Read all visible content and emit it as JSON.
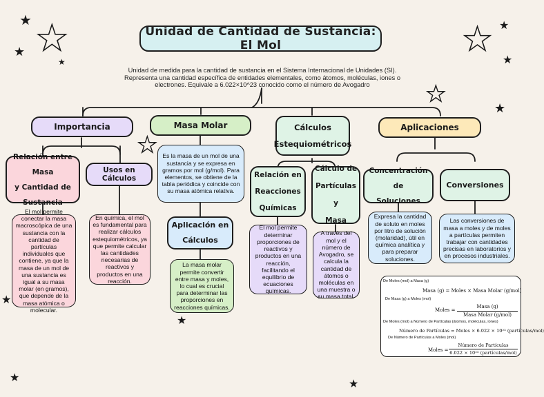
{
  "title": "Unidad de Cantidad de Sustancia: El Mol",
  "intro": {
    "line1": "Unidad de medida para la cantidad de sustancia en el Sistema Internacional de Unidades (SI).",
    "line2": "Representa una cantidad específica de entidades elementales, como átomos, moléculas, iones o",
    "line3": "electrones. Equivale a 6.022×10^23 conocido como el número de Avogadro"
  },
  "categories": {
    "importancia": {
      "label": "Importancia",
      "color": "#e6dbf9"
    },
    "masa_molar": {
      "label": "Masa Molar",
      "color": "#d6efc7"
    },
    "calculos": {
      "line1": "Cálculos",
      "line2": "Estequiométricos",
      "color": "#dff3e6"
    },
    "aplicaciones": {
      "label": "Aplicaciones",
      "color": "#fde9b9"
    }
  },
  "nodes": {
    "relacion_masa": {
      "title1": "Relación entre Masa",
      "title2": "y Cantidad de",
      "title3": "Sustancia",
      "desc": "El mol permite conectar la masa macroscópica de una sustancia con la cantidad de partículas individuales que contiene, ya que la masa de un mol de una sustancia es igual a su masa molar (en gramos), que depende de la masa atómica o molecular.",
      "title_color": "#fbd6dc",
      "desc_color": "#fbd6dc"
    },
    "usos_calculos": {
      "title": "Usos en Cálculos",
      "desc": "En química, el mol es fundamental para realizar cálculos estequiométricos, ya que permite calcular las cantidades necesarias de reactivos y productos en una reacción.",
      "title_color": "#e6dbf9",
      "desc_color": "#fbd6dc"
    },
    "masa_molar_desc": {
      "desc": "Es la masa de un mol de una sustancia y se expresa en gramos por mol (g/mol). Para elementos, se obtiene de la tabla periódica y coincide con su masa atómica relativa.",
      "color": "#d8ebfb"
    },
    "aplicacion_calculos": {
      "title1": "Aplicación en",
      "title2": "Cálculos",
      "desc": "La masa molar permite convertir entre masa y moles, lo cual es crucial para determinar las proporciones en reacciones químicas.",
      "title_color": "#d8ebfb",
      "desc_color": "#d6efc7"
    },
    "relacion_reacciones": {
      "title1": "Relación en",
      "title2": "Reacciones",
      "title3": "Químicas",
      "desc": "El mol permite determinar proporciones de reactivos y productos en una reacción, facilitando el equilibrio de ecuaciones químicas.",
      "title_color": "#dff3e6",
      "desc_color": "#e6dbf9"
    },
    "calculo_particulas": {
      "title1": "Cálculo de",
      "title2": "Partículas y",
      "title3": "Masa",
      "desc": "A través del mol y el número de Avogadro, se calcula la cantidad de átomos o moléculas en una muestra o su masa total.",
      "title_color": "#dff3e6",
      "desc_color": "#e6dbf9"
    },
    "concentracion": {
      "title1": "Concentración de",
      "title2": "Soluciones",
      "desc": "Expresa la cantidad de soluto en moles por litro de solución (molaridad), útil en química analítica y para preparar soluciones.",
      "title_color": "#dff3e6",
      "desc_color": "#d8ebfb"
    },
    "conversiones": {
      "title": "Conversiones",
      "desc": "Las conversiones de masa a moles y de moles a partículas permiten trabajar con cantidades precisas en laboratorios y en procesos industriales.",
      "title_color": "#dff3e6",
      "desc_color": "#d8ebfb"
    }
  },
  "formulas": {
    "h1": "De Moles (mol) a Masa (g)",
    "f1": "Masa (g) = Moles × Masa Molar (g/mol)",
    "h2": "De Masa (g) a Moles (mol)",
    "f2_lhs": "Moles =",
    "f2_num": "Masa (g)",
    "f2_den": "Masa Molar (g/mol)",
    "h3": "De Moles (mol) a Número de Partículas (átomos, moléculas, iones)",
    "f3": "Número de Partículas = Moles × 6.022 × 10²³ (partículas/mol)",
    "h4": "De Número de Partículas a Moles (mol)",
    "f4_lhs": "Moles =",
    "f4_num": "Número de Partículas",
    "f4_den": "6.022 × 10²³ (partículas/mol)"
  },
  "decorations": {
    "star_icon": "star-icon"
  }
}
